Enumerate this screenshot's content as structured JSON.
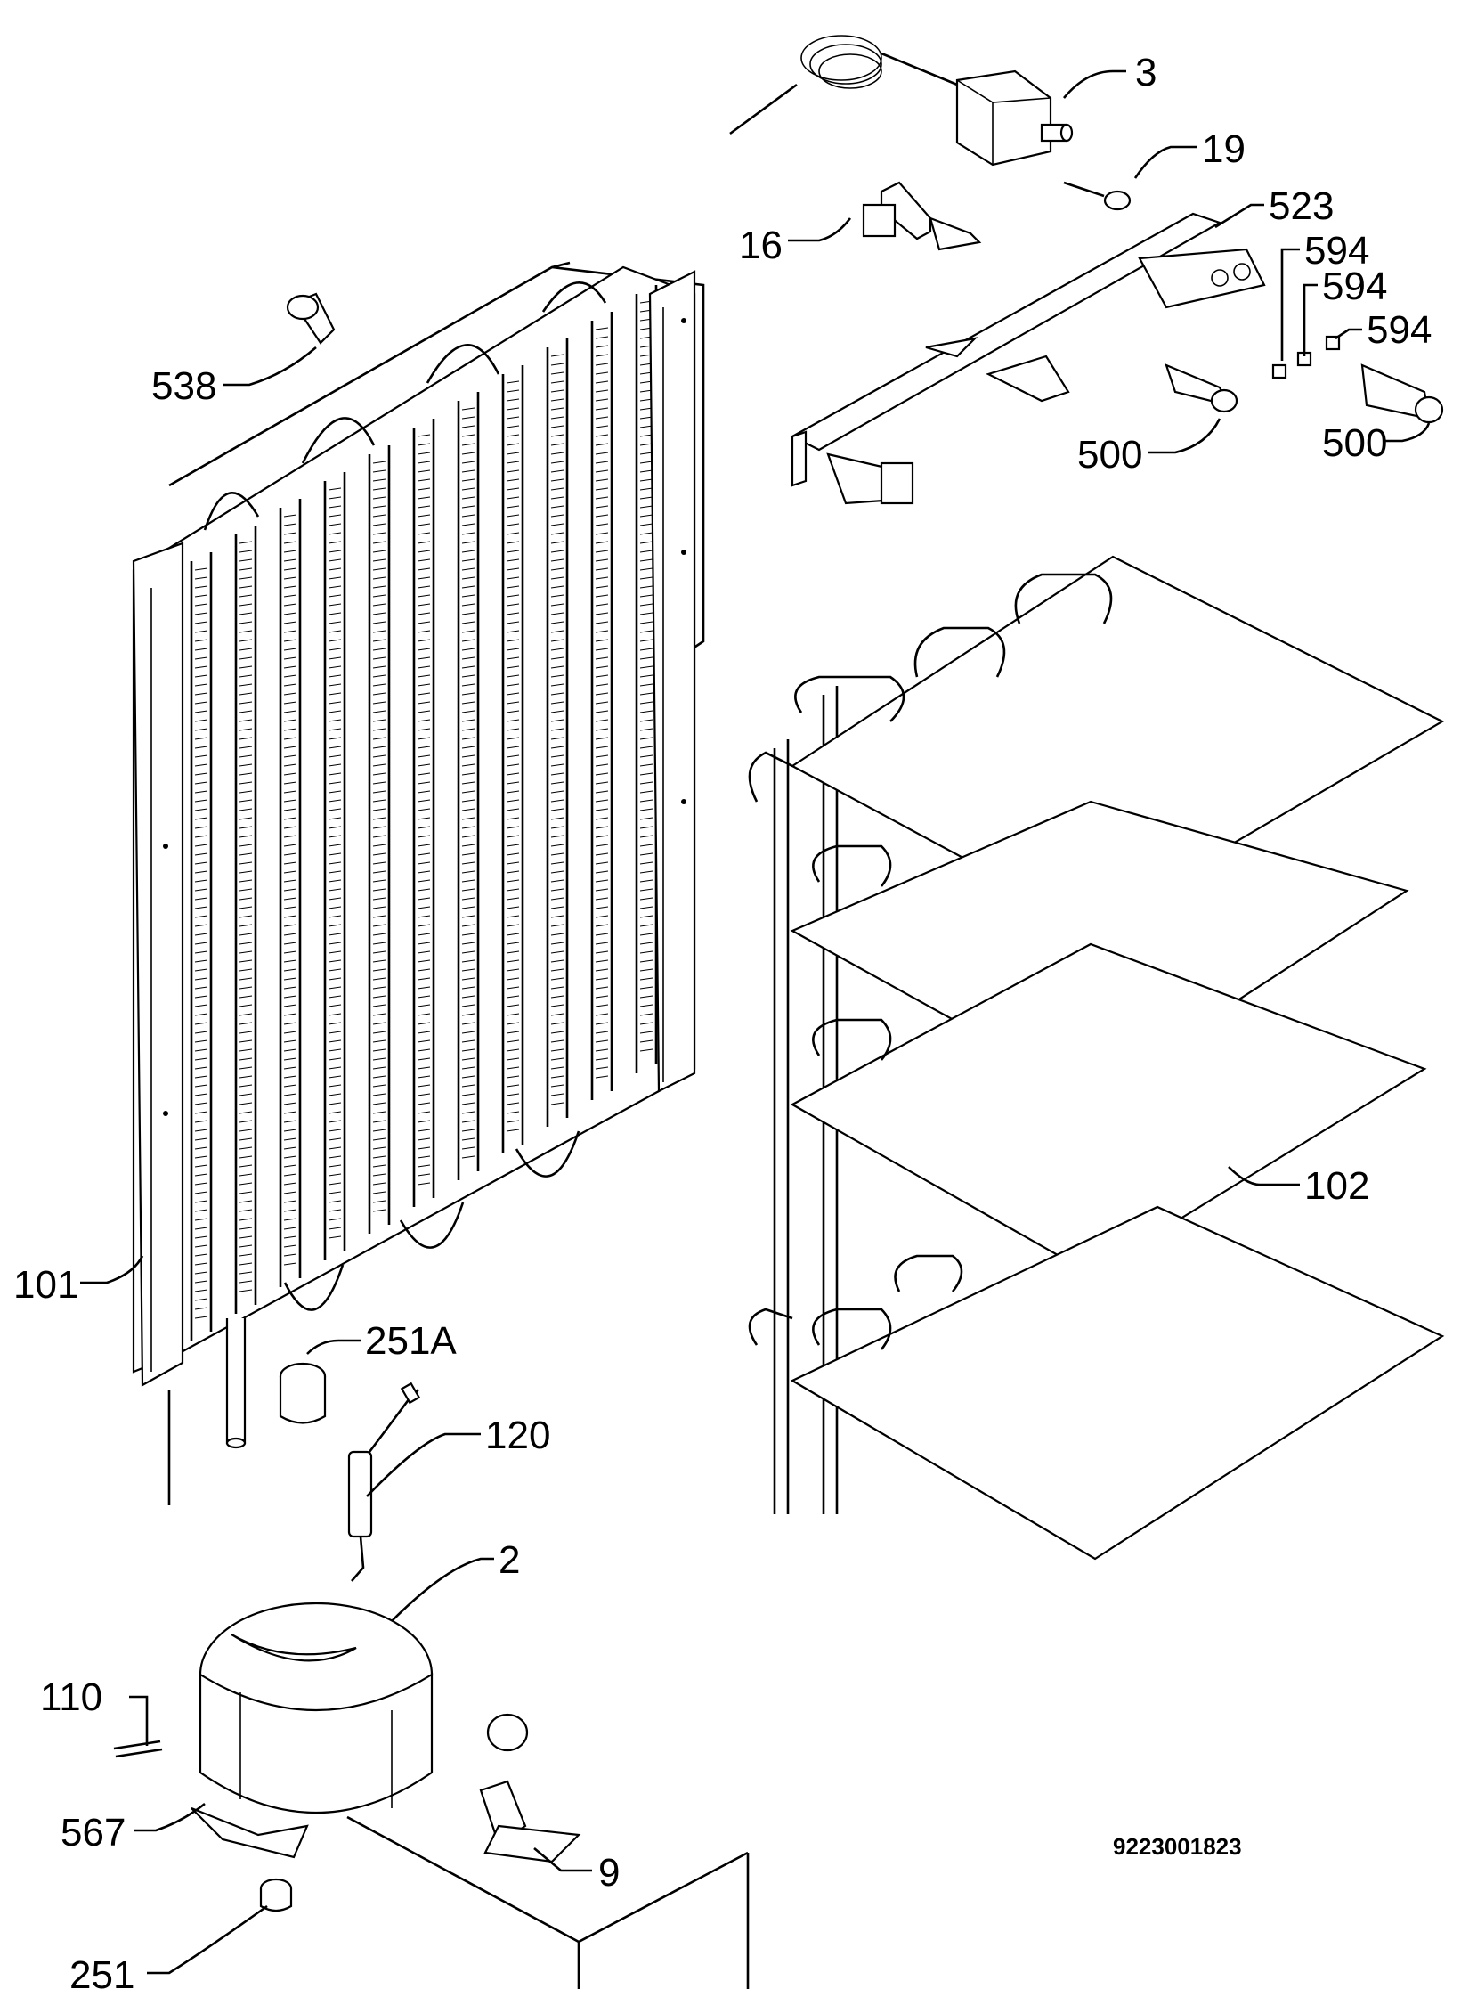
{
  "labels": {
    "p3": "3",
    "p19": "19",
    "p16": "16",
    "p523": "523",
    "p594a": "594",
    "p594b": "594",
    "p594c": "594",
    "p538": "538",
    "p500a": "500",
    "p500b": "500",
    "p101": "101",
    "p102": "102",
    "p251a": "251A",
    "p120": "120",
    "p2": "2",
    "p110": "110",
    "p567": "567",
    "p9": "9",
    "p251": "251"
  },
  "drawing_code": "9223001823"
}
